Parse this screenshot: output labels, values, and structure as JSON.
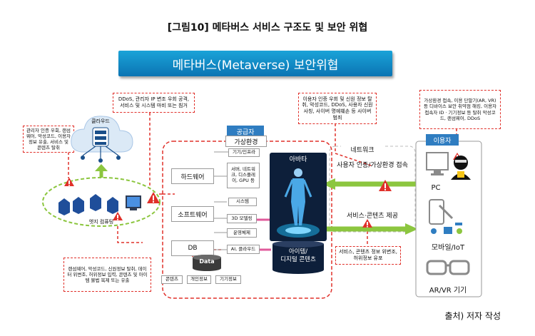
{
  "figure_title": "[그림10] 메타버스 서비스 구조도 및 보안 위협",
  "banner": "메타버스(Metaverse) 보안위협",
  "threat_notes": {
    "cloud": "DDoS, 관리자 IP 변조 우회 공격, 서비스 및 시스템 마비 또는 침거",
    "edge": "관리자 인증 우회, 랜섬웨어, 악성코드, 이용자 정보 유출, 서비스 및 콘텐츠 탈취",
    "network": "이용자 인증 우회 및 신원 정보 탈취, 악성코드, DDoS, 사용자 신원 사칭, 사이버 명예훼손 등 사이버 범죄",
    "user": "가상환경 접속, 이용 단말기(AR, VR) 등 디바이스 보안 취약점 해킹, 이용자 접속자 ID · 기기정보 등 탈취 악성코드, 랜섬웨어, DDoS",
    "content": "서비스, 콘텐츠 정보 위변조, 허위정보 유포",
    "data": "랜섬웨어, 악성코드, 신원정보 탈취, 데이터 위변조, 허위정보 입력, 콘텐츠 및 아이템 불법 복제 또는 유출"
  },
  "cloud_label": "클라우드",
  "edge_label": "엣지 컴퓨팅",
  "provider": {
    "title": "공급자",
    "env": "가상환경",
    "hardware": "하드웨어",
    "software": "소프트웨어",
    "db": "DB",
    "hw_items": [
      "기기/인프라",
      "서버, 네트워크, 디스플레이, GPU 등",
      "시스템"
    ],
    "sw_items": [
      "3D 모델링",
      "운영체제",
      "AI, 클라우드"
    ],
    "data_label": "Data",
    "db_items": [
      "콘텐츠",
      "개인정보",
      "기기정보"
    ],
    "avatar": "아바타",
    "items": "아이템/\n디지털 콘텐츠"
  },
  "network": {
    "label": "네트워크",
    "auth": "사용자 인증/가상환경 접속",
    "service": "서비스·콘텐츠 제공"
  },
  "user": {
    "title": "이용자",
    "pc": "PC",
    "mobile": "모바일/IoT",
    "arvr": "AR/VR 기기"
  },
  "source": "출처) 저자 작성",
  "colors": {
    "accent_red": "#e0302a",
    "banner": "#0b74b3",
    "orange": "#f5a623",
    "green": "#8cc63f"
  }
}
